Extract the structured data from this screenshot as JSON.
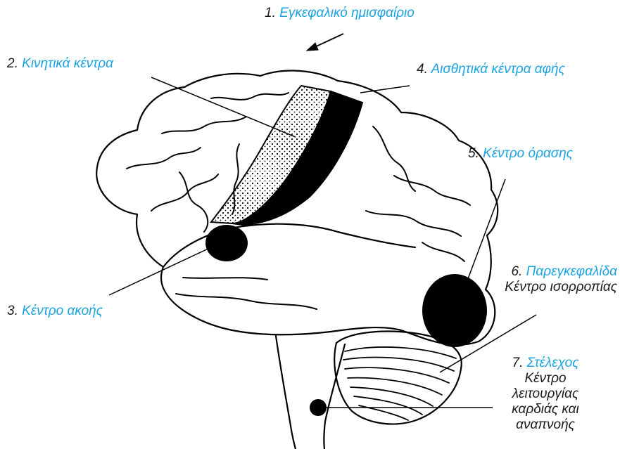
{
  "colors": {
    "accent": "#1ba3e0",
    "text": "#1a1a1a",
    "ink": "#000000"
  },
  "labels": [
    {
      "id": "hemisphere",
      "num": "1.",
      "name": "Εγκεφαλικό ημισφαίριο",
      "sub": []
    },
    {
      "id": "motor",
      "num": "2.",
      "name": "Κινητικά κέντρα",
      "sub": []
    },
    {
      "id": "hearing",
      "num": "3.",
      "name": "Κέντρο ακοής",
      "sub": []
    },
    {
      "id": "touch",
      "num": "4.",
      "name": "Αισθητικά κέντρα αφής",
      "sub": []
    },
    {
      "id": "vision",
      "num": "5.",
      "name": "Κέντρο όρασης",
      "sub": []
    },
    {
      "id": "cerebellum",
      "num": "6.",
      "name": "Παρεγκεφαλίδα",
      "sub": [
        "Κέντρο ισορροπίας"
      ]
    },
    {
      "id": "brainstem",
      "num": "7.",
      "name": "Στέλεχος",
      "sub": [
        "Κέντρο",
        "λειτουργίας",
        "καρδιάς και",
        "αναπνοής"
      ]
    }
  ]
}
